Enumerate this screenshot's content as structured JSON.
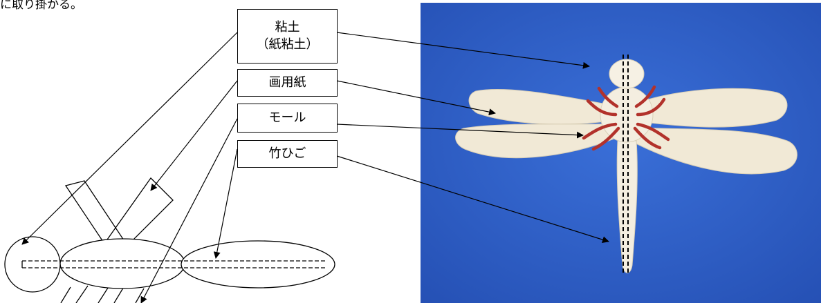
{
  "top_text": "に取り掛かる。",
  "labels": {
    "clay": {
      "line1": "粘土",
      "line2": "（紙粘土）"
    },
    "paper": "画用紙",
    "mole": "モール",
    "bamboo": "竹ひご"
  },
  "colors": {
    "photo_background": "#2f5ec8",
    "wing_fill": "#f1e9d6",
    "body_fill": "#f4eee0",
    "leg_color": "#b2322b",
    "ink": "#000000"
  }
}
